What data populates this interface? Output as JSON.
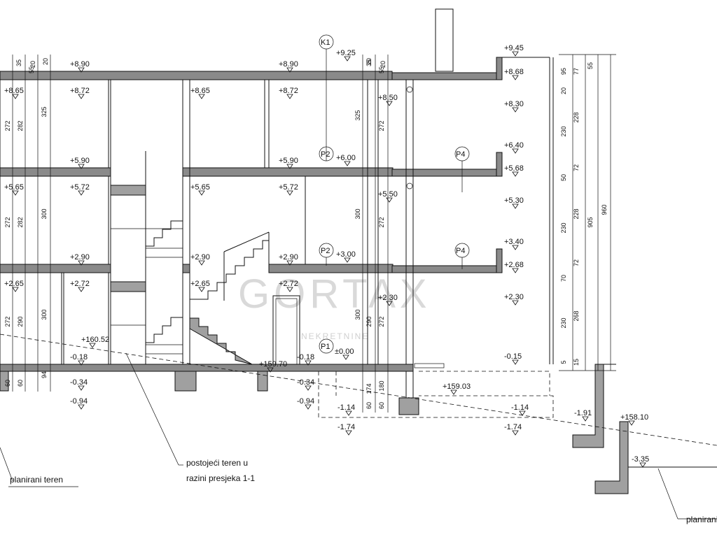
{
  "watermark": {
    "text": "GORTAX",
    "subtext": "NEKRETNINE"
  },
  "column_tags": [
    "K1",
    "P2",
    "P2",
    "P1",
    "P4",
    "P4"
  ],
  "levels": [
    "+8.90",
    "+8.90",
    "+9.25",
    "+9.45",
    "+8.68",
    "+8.65",
    "+8.72",
    "+8.65",
    "+8.72",
    "+8.50",
    "+8.30",
    "+5.90",
    "+5.90",
    "+6.00",
    "+6.40",
    "+5.68",
    "+5.65",
    "+5.72",
    "+5.65",
    "+5.72",
    "+5.50",
    "+5.30",
    "+2.90",
    "+2.90",
    "+2.90",
    "+3.00",
    "+3.40",
    "+2.68",
    "+2.65",
    "+2.72",
    "+2.65",
    "+2.72",
    "+2.30",
    "+2.30",
    "+160.52",
    "±0.00",
    "-0.15",
    "-0.18",
    "-0.18",
    "+159.70",
    "-0.34",
    "-0.34",
    "+159.03",
    "-0.94",
    "-0.94",
    "-1.14",
    "-1.14",
    "-1.91",
    "+158.10",
    "-1.74",
    "-1.74",
    "-3.35"
  ],
  "dimensions_left": [
    "35",
    "20",
    "55",
    "20",
    "325",
    "272",
    "282",
    "272",
    "282",
    "300",
    "272",
    "290",
    "300",
    "60",
    "60",
    "94"
  ],
  "dimensions_center": [
    "35",
    "20",
    "55",
    "20",
    "325",
    "272",
    "300",
    "272",
    "300",
    "290",
    "272",
    "174",
    "180",
    "60",
    "60"
  ],
  "dimensions_right": [
    "95",
    "77",
    "55",
    "20",
    "228",
    "230",
    "50",
    "72",
    "228",
    "905",
    "960",
    "230",
    "70",
    "72",
    "268",
    "230",
    "5",
    "15"
  ],
  "notes": {
    "planned_terrain_left": "planirani teren",
    "existing_terrain_line1": "postojeći teren u",
    "existing_terrain_line2": "razini presjeka 1-1",
    "planned_terrain_right": "planirani"
  }
}
